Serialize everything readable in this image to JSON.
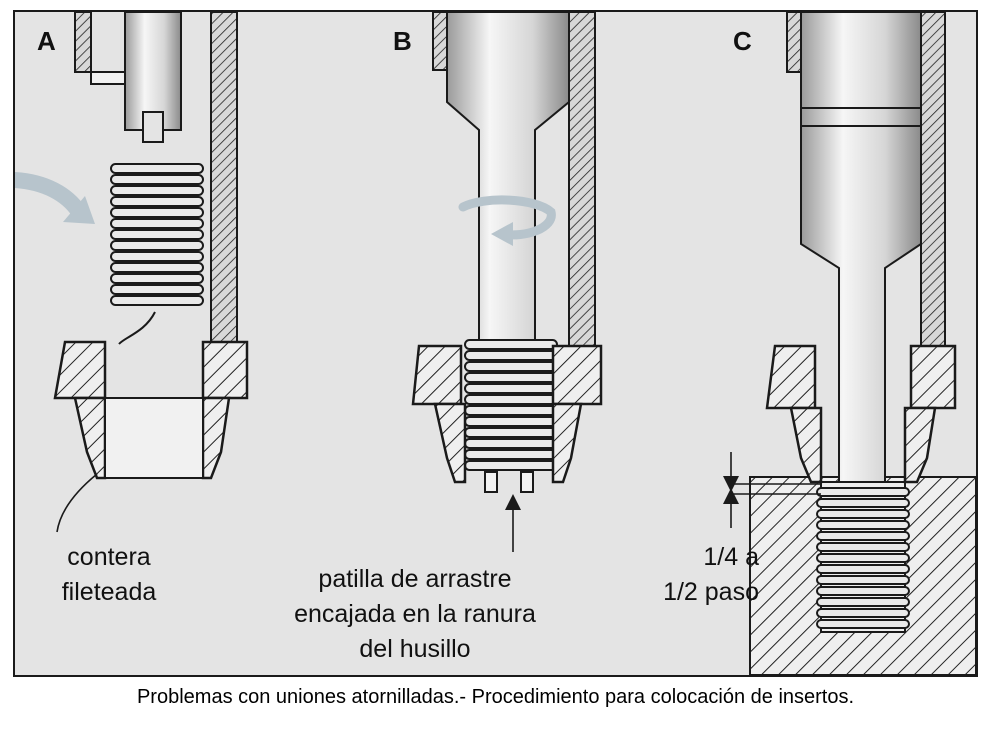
{
  "panels": {
    "a": {
      "letter": "A",
      "label": {
        "line1": "contera",
        "line2": "fileteada"
      }
    },
    "b": {
      "letter": "B",
      "label": {
        "line1": "patilla de arrastre",
        "line2": "encajada en la ranura",
        "line3": "del husillo"
      }
    },
    "c": {
      "letter": "C",
      "label": {
        "line1": "1/4 a",
        "line2": "1/2 paso"
      }
    }
  },
  "caption": "Problemas con uniones atornilladas.- Procedimiento para colocación de insertos.",
  "colors": {
    "background": "#e4e4e4",
    "ink": "#1a1a1a",
    "metal_light": "#f4f4f4",
    "metal_mid": "#cfcfcf",
    "arrow": "#b7c4cc"
  }
}
